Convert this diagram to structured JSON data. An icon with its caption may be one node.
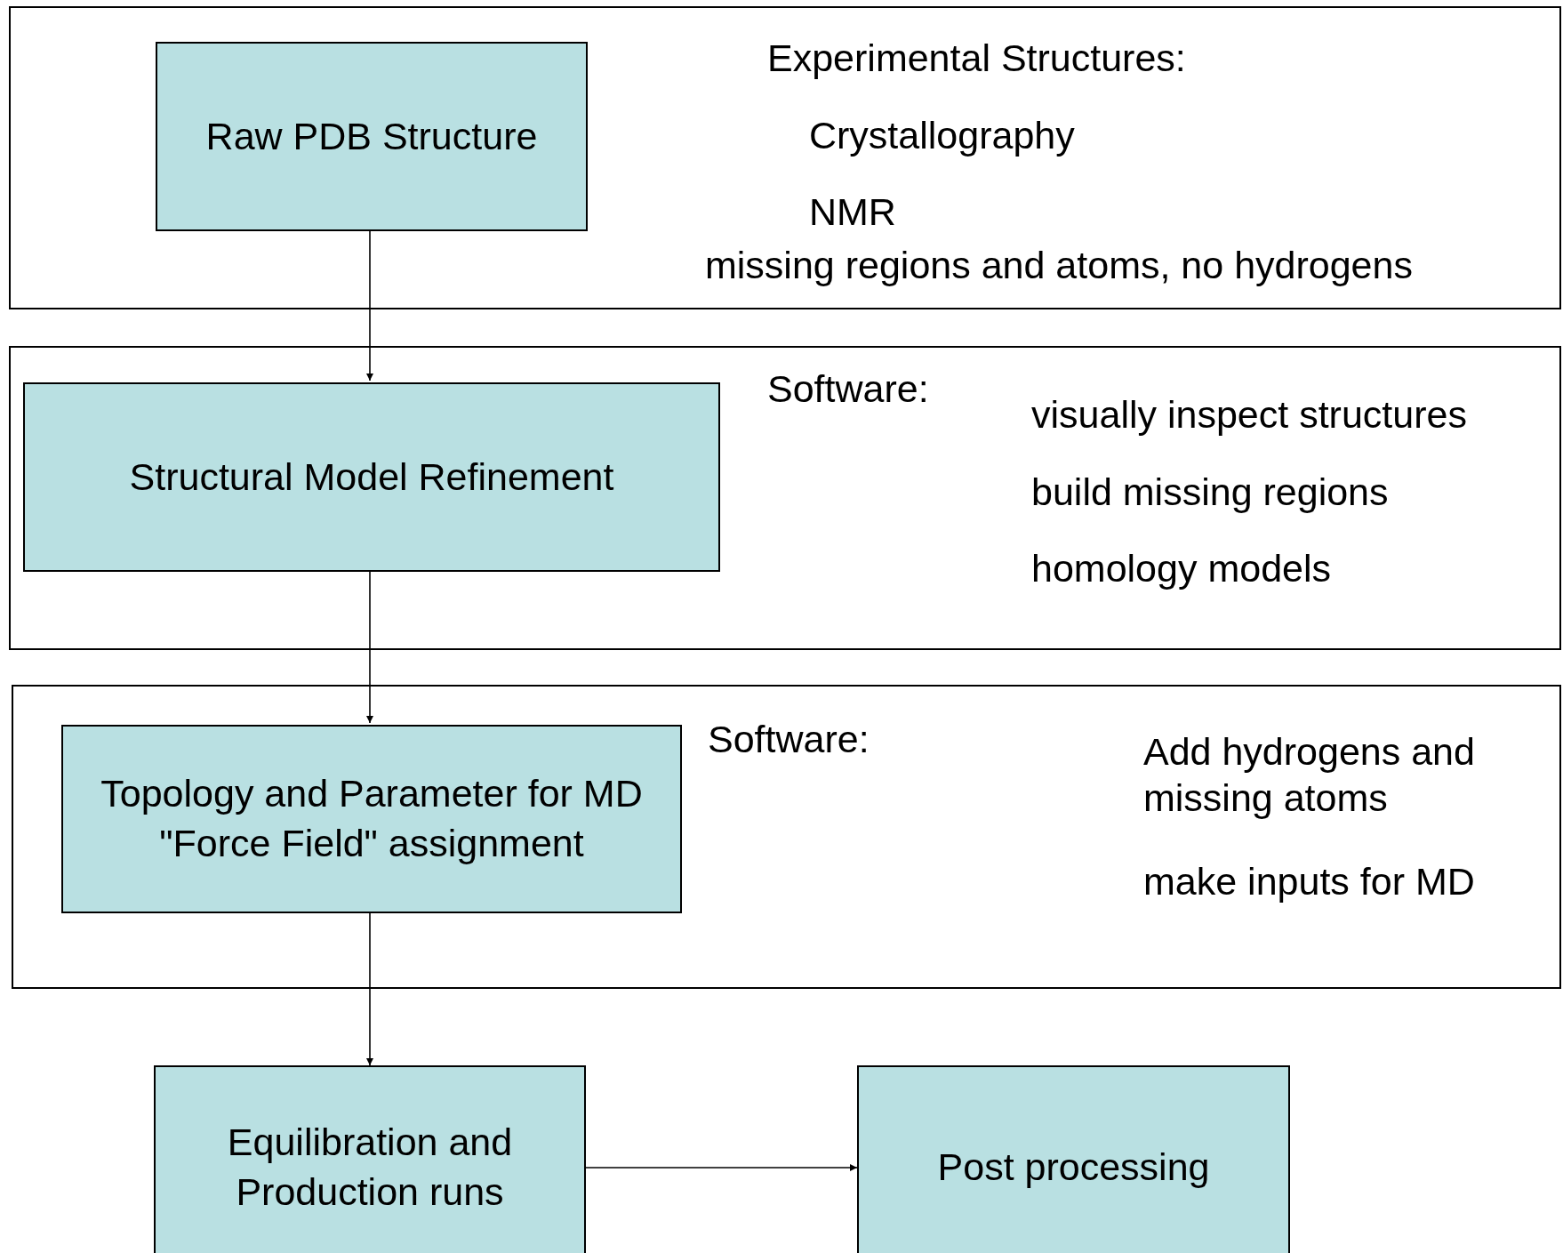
{
  "diagram": {
    "nodes": [
      {
        "text": [
          "Experimental Structures:",
          "Crystallography",
          "NMR",
          "missing regions and atoms, no hydrogens"
        ]
      },
      {
        "text": [
          "Raw PDB Structure"
        ],
        "in": 0
      },
      {
        "text": [
          "Software:",
          "visually inspect structures",
          "build missing regions",
          "homology models"
        ]
      },
      {
        "text": [
          "Structural Model Refinement"
        ],
        "in": 2
      },
      {
        "text": [
          "Software:",
          "Add hydrogens and missing atoms",
          "make inputs for MD"
        ]
      },
      {
        "text": [
          "Topology and Parameter for MD \"Force Field\" assignment"
        ],
        "in": 4
      },
      {
        "text": [
          "Equilibration and Production runs"
        ]
      },
      {
        "text": [
          "Post processing"
        ]
      }
    ],
    "edges": [
      {
        "from": 1,
        "to": 3,
        "arrow": "to"
      },
      {
        "from": 3,
        "to": 5,
        "arrow": "to"
      },
      {
        "from": 5,
        "to": 6,
        "arrow": "to"
      },
      {
        "from": 6,
        "to": 7,
        "arrow": "to"
      }
    ]
  }
}
